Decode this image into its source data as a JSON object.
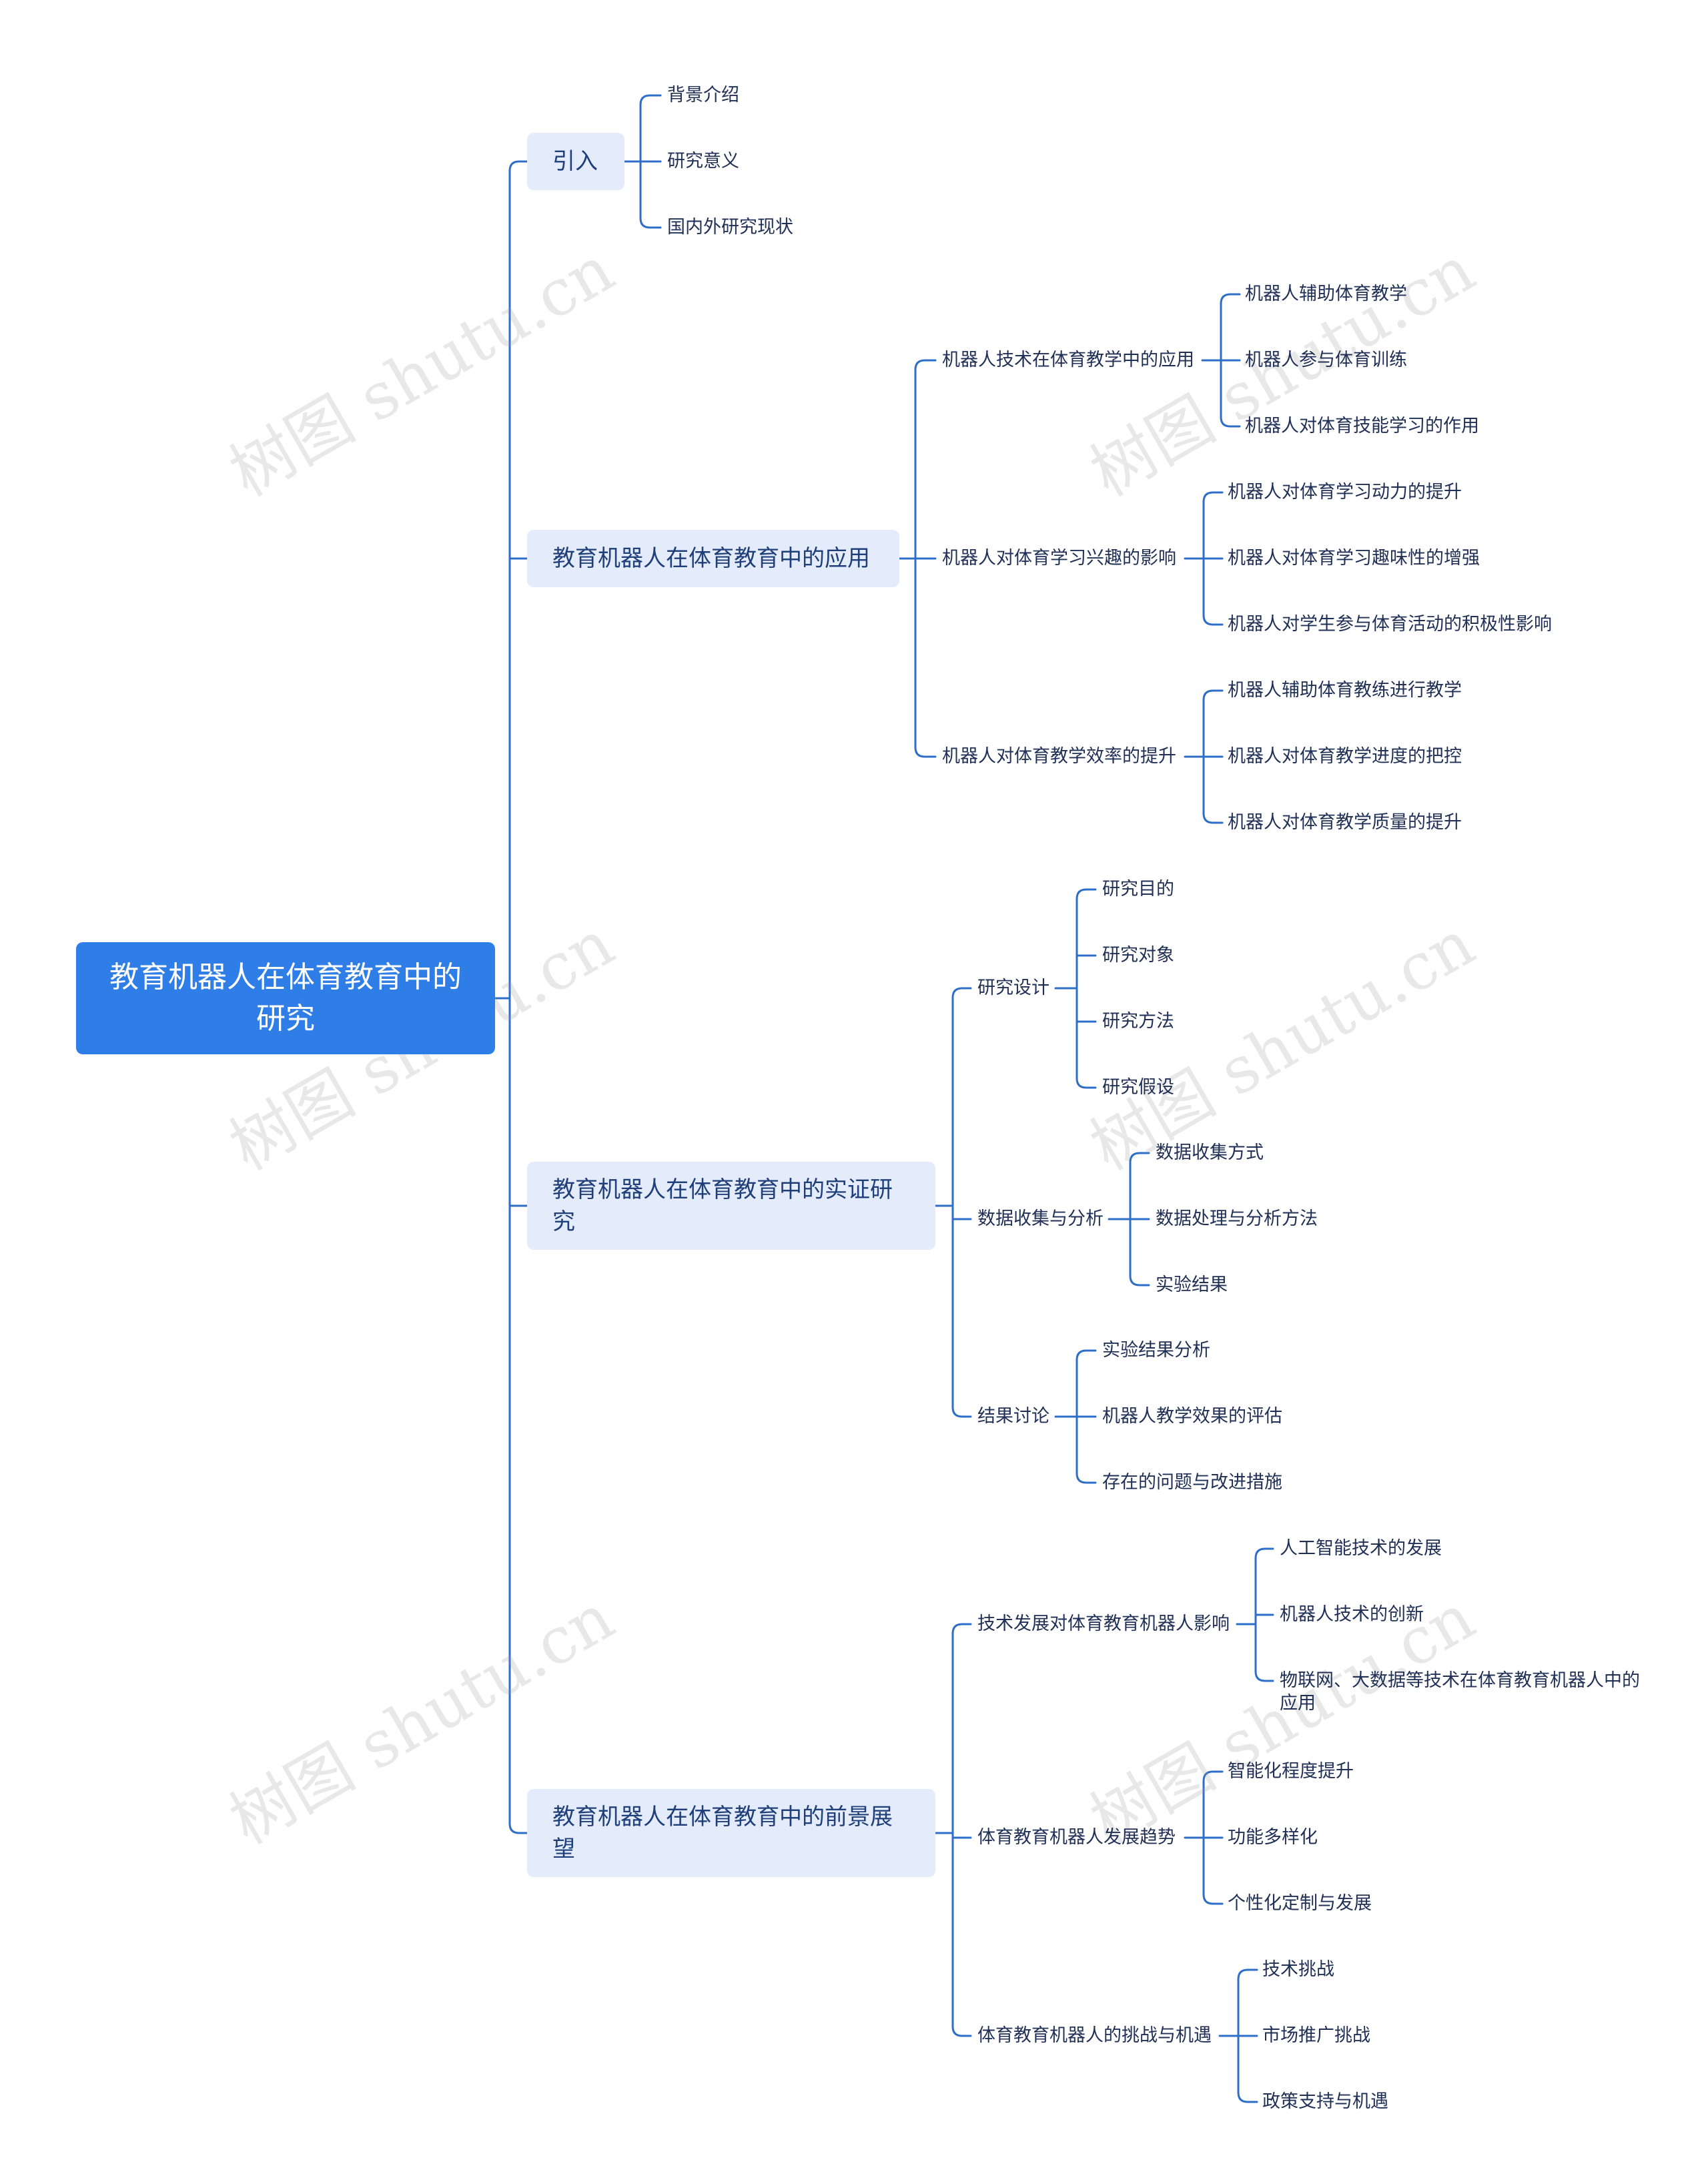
{
  "watermark": "树图 shutu.cn",
  "colors": {
    "root": "#2f7de6",
    "branch_bg": "#e4ebfb",
    "line": "#2d6fc8"
  },
  "root": {
    "label": "教育机器人在体育教育中的研究"
  },
  "branches": [
    {
      "label": "引入",
      "children": [
        {
          "label": "背景介绍"
        },
        {
          "label": "研究意义"
        },
        {
          "label": "国内外研究现状"
        }
      ]
    },
    {
      "label": "教育机器人在体育教育中的应用",
      "children": [
        {
          "label": "机器人技术在体育教学中的应用",
          "children": [
            "机器人辅助体育教学",
            "机器人参与体育训练",
            "机器人对体育技能学习的作用"
          ]
        },
        {
          "label": "机器人对体育学习兴趣的影响",
          "children": [
            "机器人对体育学习动力的提升",
            "机器人对体育学习趣味性的增强",
            "机器人对学生参与体育活动的积极性影响"
          ]
        },
        {
          "label": "机器人对体育教学效率的提升",
          "children": [
            "机器人辅助体育教练进行教学",
            "机器人对体育教学进度的把控",
            "机器人对体育教学质量的提升"
          ]
        }
      ]
    },
    {
      "label": "教育机器人在体育教育中的实证研究",
      "children": [
        {
          "label": "研究设计",
          "children": [
            "研究目的",
            "研究对象",
            "研究方法",
            "研究假设"
          ]
        },
        {
          "label": "数据收集与分析",
          "children": [
            "数据收集方式",
            "数据处理与分析方法",
            "实验结果"
          ]
        },
        {
          "label": "结果讨论",
          "children": [
            "实验结果分析",
            "机器人教学效果的评估",
            "存在的问题与改进措施"
          ]
        }
      ]
    },
    {
      "label": "教育机器人在体育教育中的前景展望",
      "children": [
        {
          "label": "技术发展对体育教育机器人影响",
          "children": [
            "人工智能技术的发展",
            "机器人技术的创新",
            "物联网、大数据等技术在体育教育机器人中的应用"
          ]
        },
        {
          "label": "体育教育机器人发展趋势",
          "children": [
            "智能化程度提升",
            "功能多样化",
            "个性化定制与发展"
          ]
        },
        {
          "label": "体育教育机器人的挑战与机遇",
          "children": [
            "技术挑战",
            "市场推广挑战",
            "政策支持与机遇"
          ]
        }
      ]
    }
  ]
}
